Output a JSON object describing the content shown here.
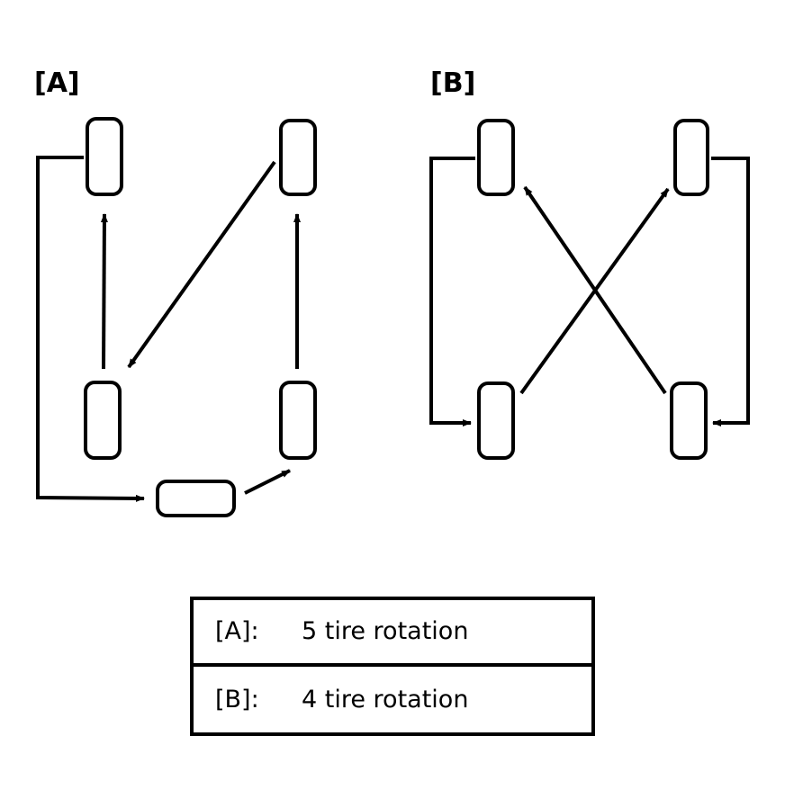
{
  "panels": [
    {
      "label": "[A]"
    },
    {
      "label": "[B]"
    }
  ],
  "legend": [
    {
      "key": "[A]:",
      "text": "5 tire rotation"
    },
    {
      "key": "[B]:",
      "text": "4 tire rotation"
    }
  ]
}
